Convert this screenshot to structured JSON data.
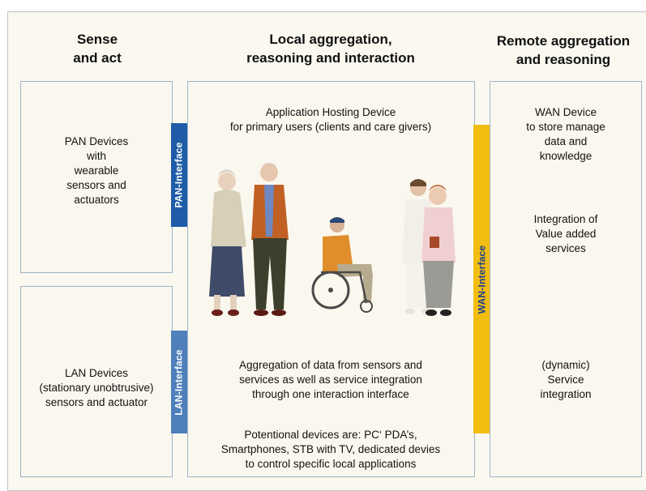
{
  "headers": {
    "left": "Sense\nand act",
    "middle": "Local aggregation,\nreasoning and interaction",
    "right": "Remote aggregation\nand reasoning"
  },
  "left": {
    "pan_text": "PAN Devices\nwith\nwearable\nsensors and\nactuators",
    "lan_text": "LAN Devices\n(stationary unobtrusive)\nsensors and actuator"
  },
  "interfaces": {
    "pan": "PAN-Interface",
    "lan": "LAN-Interface",
    "wan": "WAN-Interface"
  },
  "middle": {
    "hosting": "Application Hosting Device\nfor primary users (clients and care givers)",
    "aggregation": "Aggregation of data from sensors and\nservices as well as service integration\nthrough one interaction interface",
    "devices": "Potentional devices are: PC‘ PDA’s,\nSmartphones, STB with TV, dedicated devies\nto control specific local applications"
  },
  "right": {
    "wan_device": "WAN Device\nto store manage\ndata and\nknowledge",
    "integration": "Integration of\nValue added\nservices",
    "dynamic": "(dynamic)\nService\nintegration"
  },
  "colors": {
    "pan_interface": "#1f5ca8",
    "lan_interface": "#4f80bb",
    "wan_interface": "#f2bd11",
    "box_border": "#9fb3c8",
    "background": "#faf8ef"
  }
}
